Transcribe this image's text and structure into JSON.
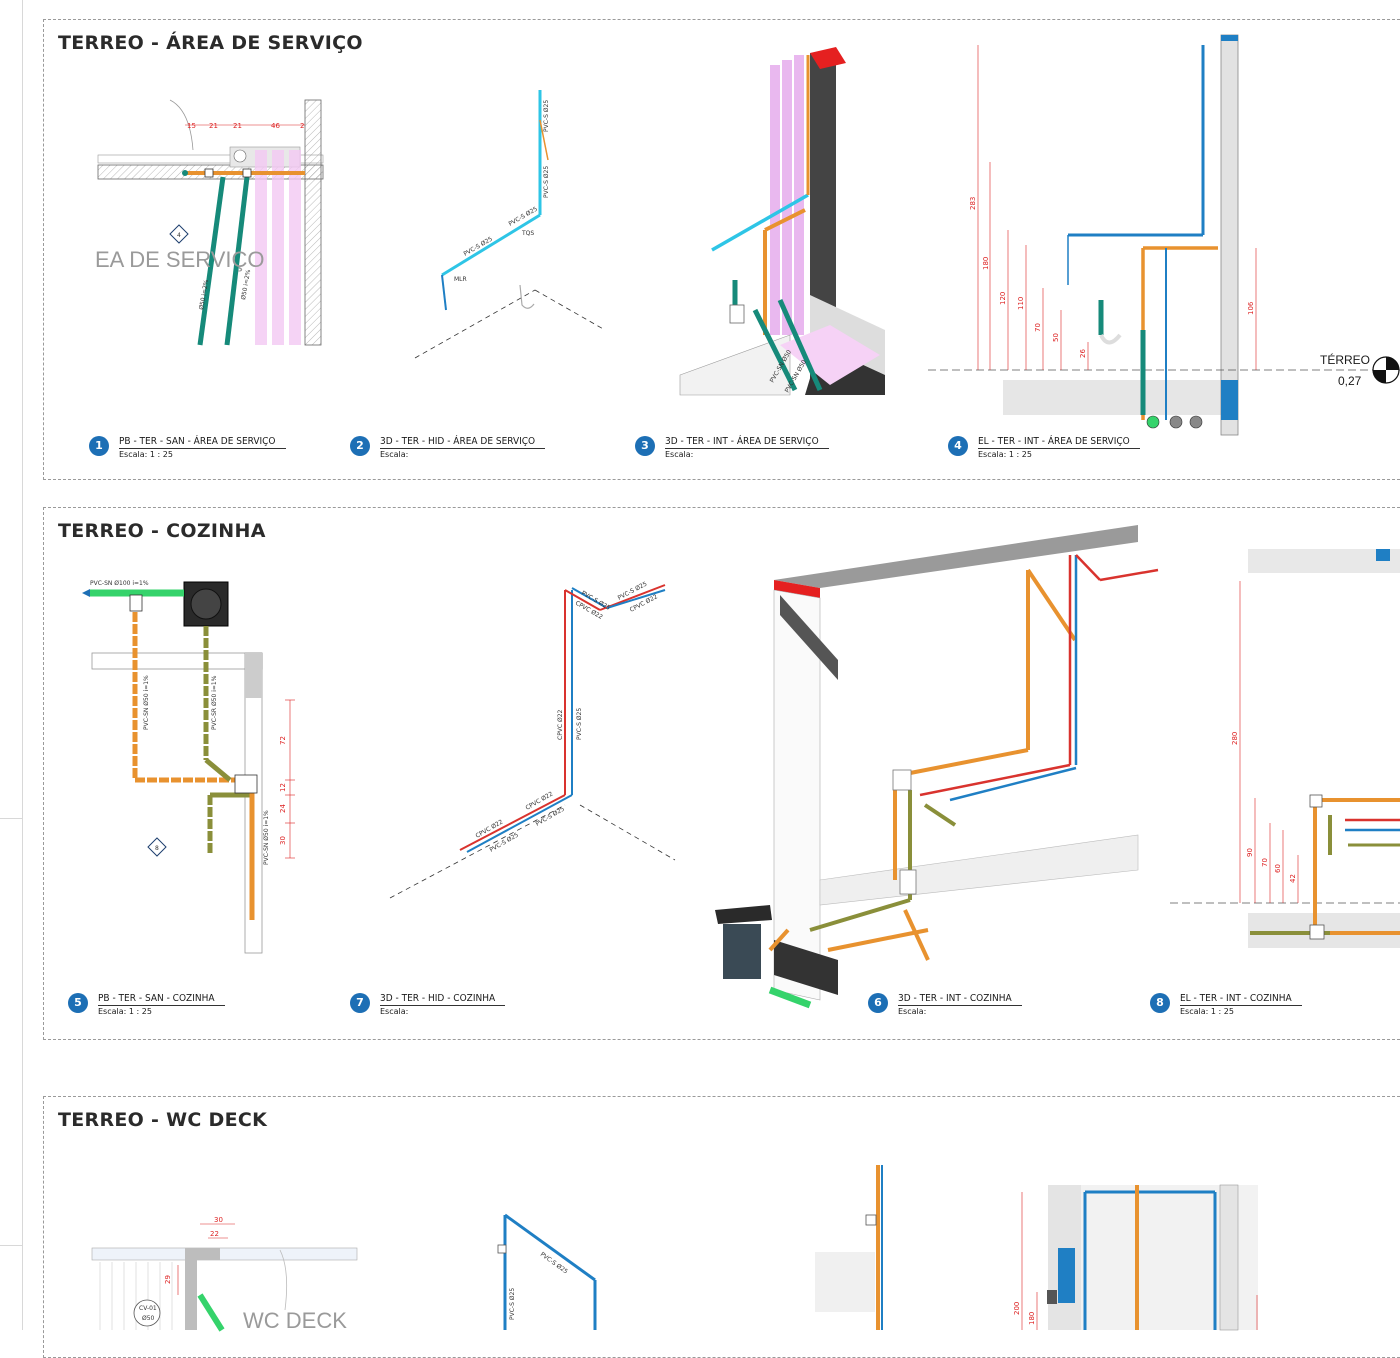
{
  "sections": [
    {
      "title": "TERREO - ÁREA DE SERVIÇO",
      "room_label": "EA DE SERVIÇO",
      "views": [
        {
          "num": "1",
          "title": "PB - TER - SAN - ÁREA DE SERVIÇO",
          "scale": "Escala:  1 : 25"
        },
        {
          "num": "2",
          "title": "3D - TER - HID - ÁREA DE SERVIÇO",
          "scale": "Escala:"
        },
        {
          "num": "3",
          "title": "3D - TER - INT - ÁREA DE SERVIÇO",
          "scale": "Escala:"
        },
        {
          "num": "4",
          "title": "EL - TER - INT - ÁREA DE SERVIÇO",
          "scale": "Escala:  1 : 25"
        }
      ],
      "plan_dims": [
        "15",
        "21",
        "21",
        "46",
        "2"
      ],
      "plan_pipes": [
        "Ø50 i=2%",
        "Ø50 i=2%"
      ],
      "plan_marker": "4",
      "iso_labels": [
        "PVC-S Ø25",
        "PVC-S Ø25",
        "PVC-S Ø25",
        "PVC-S Ø25",
        "TQS",
        "MLR"
      ],
      "iso3_labels": [
        "PVC-SN Ø50",
        "PVC-SN Ø50"
      ],
      "elev_dims": [
        "283",
        "180",
        "120",
        "110",
        "70",
        "50",
        "26",
        "106"
      ],
      "level_name": "TÉRREO",
      "level_value": "0,27"
    },
    {
      "title": "TERREO - COZINHA",
      "views": [
        {
          "num": "5",
          "title": "PB - TER - SAN - COZINHA",
          "scale": "Escala:  1 : 25"
        },
        {
          "num": "7",
          "title": "3D - TER - HID - COZINHA",
          "scale": "Escala:"
        },
        {
          "num": "6",
          "title": "3D - TER - INT - COZINHA",
          "scale": "Escala:"
        },
        {
          "num": "8",
          "title": "EL - TER - INT - COZINHA",
          "scale": "Escala:  1 : 25"
        }
      ],
      "plan_dims": [
        "72",
        "12",
        "24",
        "30"
      ],
      "plan_pipes": [
        "PVC-SN Ø100 i=1%",
        "PVC-SN Ø50 i=1%",
        "PVC-SR Ø50 i=1%",
        "PVC-SN Ø50 i=1%"
      ],
      "plan_marker": "8",
      "iso_labels": [
        "PVC-S Ø25",
        "CPVC Ø22",
        "PVC-S Ø25",
        "CPVC Ø22",
        "CPVC Ø22",
        "PVC-S Ø25",
        "CPVC Ø22",
        "PVC-S Ø25",
        "CPVC Ø22",
        "PVC-S Ø25"
      ],
      "elev_dims": [
        "280",
        "90",
        "70",
        "60",
        "42"
      ]
    },
    {
      "title": "TERREO - WC DECK",
      "room_label": "WC DECK",
      "plan_dims": [
        "30",
        "22",
        "29"
      ],
      "plan_tag": "CV-01",
      "plan_tag_sub": "Ø50",
      "iso_labels": [
        "PVC-S Ø25",
        "PVC-S Ø25"
      ],
      "elev_dims": [
        "200",
        "180"
      ]
    }
  ],
  "colors": {
    "blue_pipe": "#1f7fc4",
    "cyan_pipe": "#2ec5e6",
    "orange_pipe": "#e8922f",
    "teal_pipe": "#168a7a",
    "olive_pipe": "#8a8f3a",
    "green_pipe": "#35d36b",
    "red_pipe": "#d9332e",
    "pink_zone": "#f2c8f2",
    "dim_red": "#d22222",
    "view_badge": "#1d6fb5"
  }
}
